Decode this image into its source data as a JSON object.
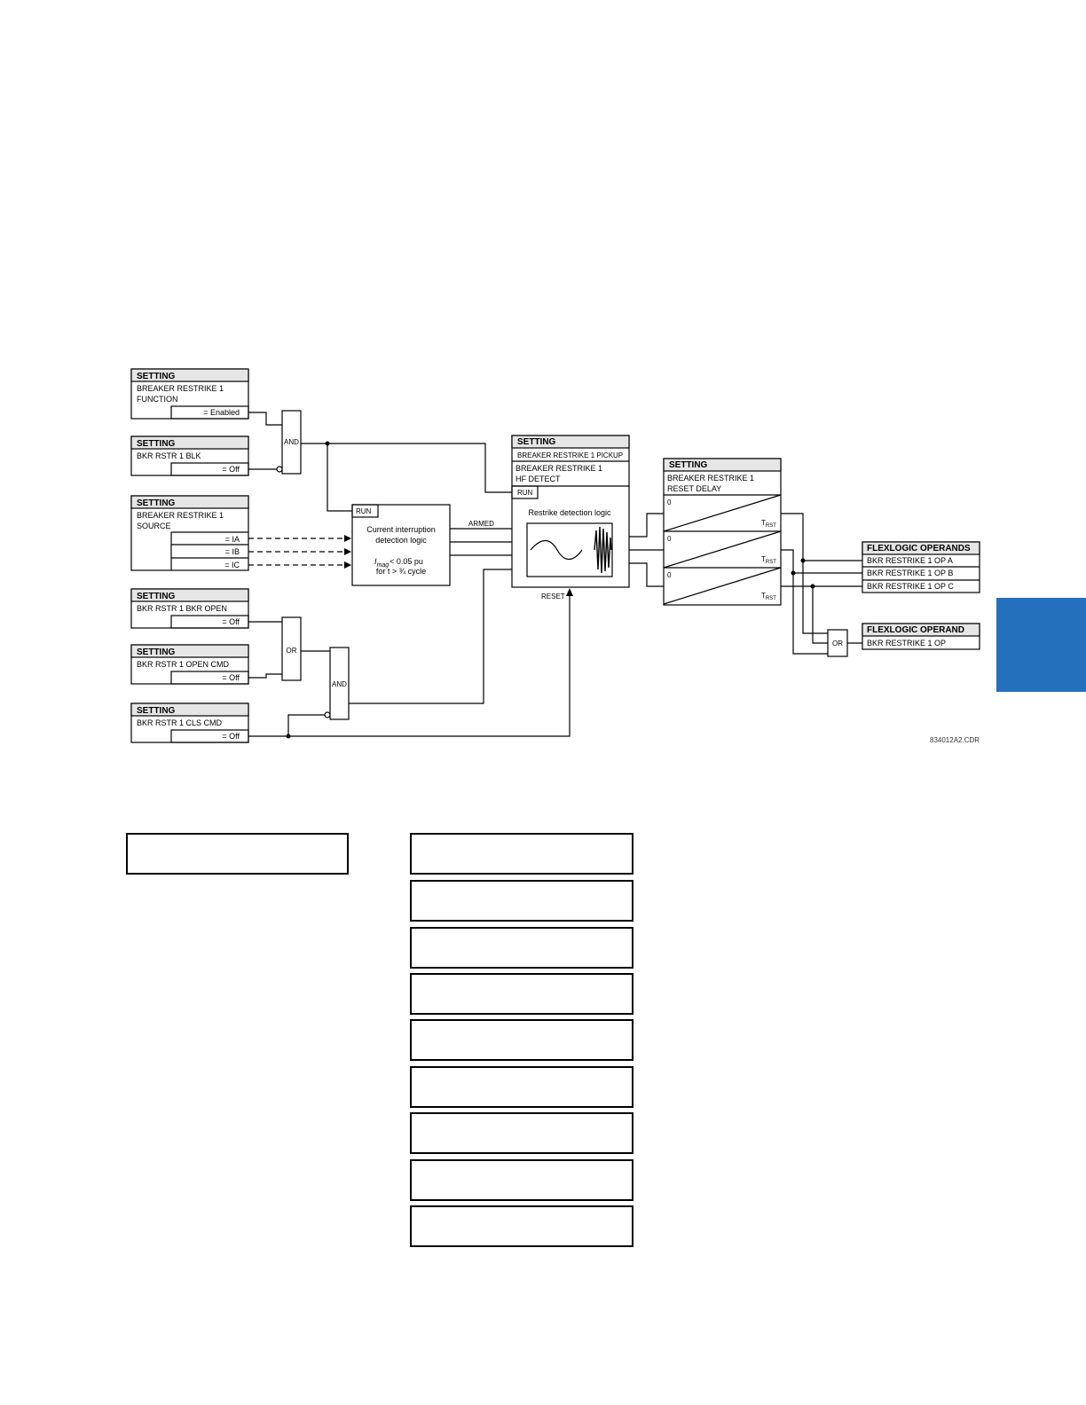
{
  "setting_blocks": [
    {
      "header": "SETTING",
      "line1": "BREAKER RESTRIKE 1",
      "line2": "FUNCTION",
      "value": "= Enabled"
    },
    {
      "header": "SETTING",
      "line1": "BKR RSTR 1 BLK",
      "value": "= Off"
    },
    {
      "header": "SETTING",
      "line1": "BREAKER RESTRIKE 1",
      "line2": "SOURCE",
      "values": [
        "= IA",
        "= IB",
        "= IC"
      ]
    },
    {
      "header": "SETTING",
      "line1": "BKR RSTR 1 BKR OPEN",
      "value": "= Off"
    },
    {
      "header": "SETTING",
      "line1": "BKR RSTR 1 OPEN CMD",
      "value": "= Off"
    },
    {
      "header": "SETTING",
      "line1": "BKR RSTR 1 CLS CMD",
      "value": "= Off"
    }
  ],
  "gates": {
    "and1": "AND",
    "or1": "OR",
    "and2": "AND",
    "or2": "OR"
  },
  "current_block": {
    "run": "RUN",
    "line1": "Current interruption",
    "line2": "detection logic",
    "cond_i": "I",
    "cond_sub": "mag",
    "cond_rest": "< 0.05 pu",
    "cond2": "for t > ¾ cycle"
  },
  "armed_label": "ARMED",
  "reset_label": "RESET",
  "restrike_block": {
    "header": "SETTING",
    "line1": "BREAKER RESTRIKE 1 PICKUP",
    "line2": "BREAKER RESTRIKE 1",
    "line3": "HF DETECT",
    "run": "RUN",
    "title": "Restrike detection logic"
  },
  "reset_delay": {
    "header": "SETTING",
    "line1": "BREAKER RESTRIKE 1",
    "line2": "RESET DELAY",
    "zero": "0",
    "t": "T",
    "t_sub": "RST"
  },
  "operands": {
    "header": "FLEXLOGIC OPERANDS",
    "items": [
      "BKR RESTRIKE 1 OP A",
      "BKR RESTRIKE 1 OP B",
      "BKR RESTRIKE 1 OP C"
    ]
  },
  "operand": {
    "header": "FLEXLOGIC OPERAND",
    "item": "BKR RESTRIKE 1 OP"
  },
  "drawing_code": "834012A2.CDR",
  "colors": {
    "tab": "#2470bd",
    "header_fill": "#e6e6e6"
  }
}
